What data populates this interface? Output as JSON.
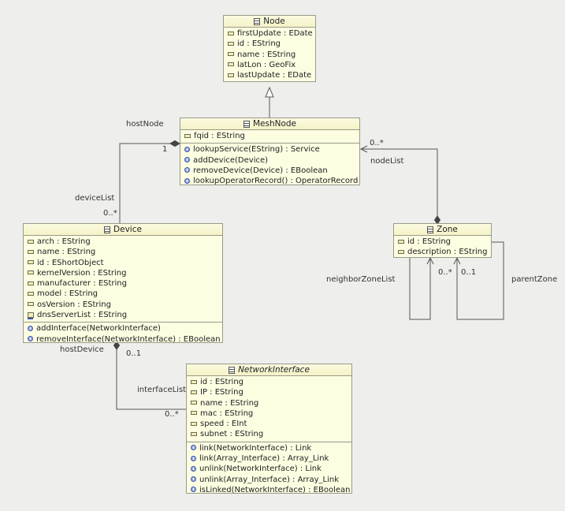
{
  "classes": {
    "node": {
      "name": "Node",
      "attributes": [
        "firstUpdate : EDate",
        "id : EString",
        "name : EString",
        "latLon : GeoFix",
        "lastUpdate : EDate"
      ]
    },
    "meshnode": {
      "name": "MeshNode",
      "attributes": [
        "fqid : EString"
      ],
      "operations": [
        "lookupService(EString) : Service",
        "addDevice(Device)",
        "removeDevice(Device) : EBoolean",
        "lookupOperatorRecord() : OperatorRecord"
      ]
    },
    "device": {
      "name": "Device",
      "attributes": [
        "arch : EString",
        "name : EString",
        "id : EShortObject",
        "kernelVersion : EString",
        "manufacturer : EString",
        "model : EString",
        "osVersion : EString",
        "dnsServerList : EString"
      ],
      "operations": [
        "addInterface(NetworkInterface)",
        "removeInterface(NetworkInterface) : EBoolean"
      ]
    },
    "zone": {
      "name": "Zone",
      "attributes": [
        "id : EString",
        "description : EString"
      ]
    },
    "networkinterface": {
      "name": "NetworkInterface",
      "attributes": [
        "id : EString",
        "IP : EString",
        "name : EString",
        "mac : EString",
        "speed : EInt",
        "subnet : EString"
      ],
      "operations": [
        "link(NetworkInterface) : Link",
        "link(Array_Interface) : Array_Link",
        "unlink(NetworkInterface) : Link",
        "unlink(Array_Interface) : Array_Link",
        "isLinked(NetworkInterface) : EBoolean"
      ]
    }
  },
  "labels": {
    "host_node": "hostNode",
    "host_node_mult": "1",
    "device_list": "deviceList",
    "device_list_mult": "0..*",
    "node_list": "nodeList",
    "node_list_mult": "0..*",
    "neighbor_zone_list": "neighborZoneList",
    "neighbor_mult": "0..*",
    "parent_zone": "parentZone",
    "parent_mult": "0..1",
    "host_device": "hostDevice",
    "host_device_mult": "0..1",
    "interface_list": "interfaceList",
    "interface_list_mult": "0..*"
  }
}
